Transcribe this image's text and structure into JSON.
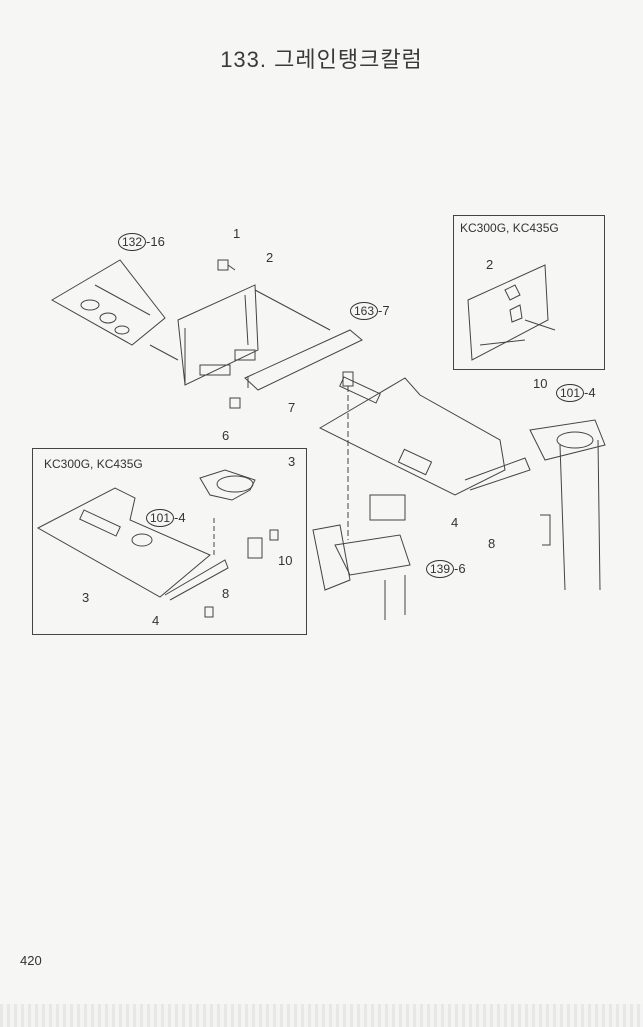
{
  "title": "133. 그레인탱크칼럼",
  "page_number": "420",
  "inset_top": {
    "label": "KC300G, KC435G",
    "part_2": "2"
  },
  "inset_left": {
    "label": "KC300G, KC435G",
    "ref_101": "101",
    "ref_101_qty": "-4",
    "part_10": "10",
    "part_3": "3",
    "part_4": "4",
    "part_8": "8"
  },
  "callouts": {
    "ref_132": "132",
    "ref_132_qty": "-16",
    "ref_163": "163",
    "ref_163_qty": "-7",
    "ref_101": "101",
    "ref_101_qty": "-4",
    "ref_139": "139",
    "ref_139_qty": "-6",
    "part_1": "1",
    "part_2": "2",
    "part_6": "6",
    "part_7": "7",
    "part_3": "3",
    "part_4": "4",
    "part_8": "8",
    "part_10": "10"
  }
}
